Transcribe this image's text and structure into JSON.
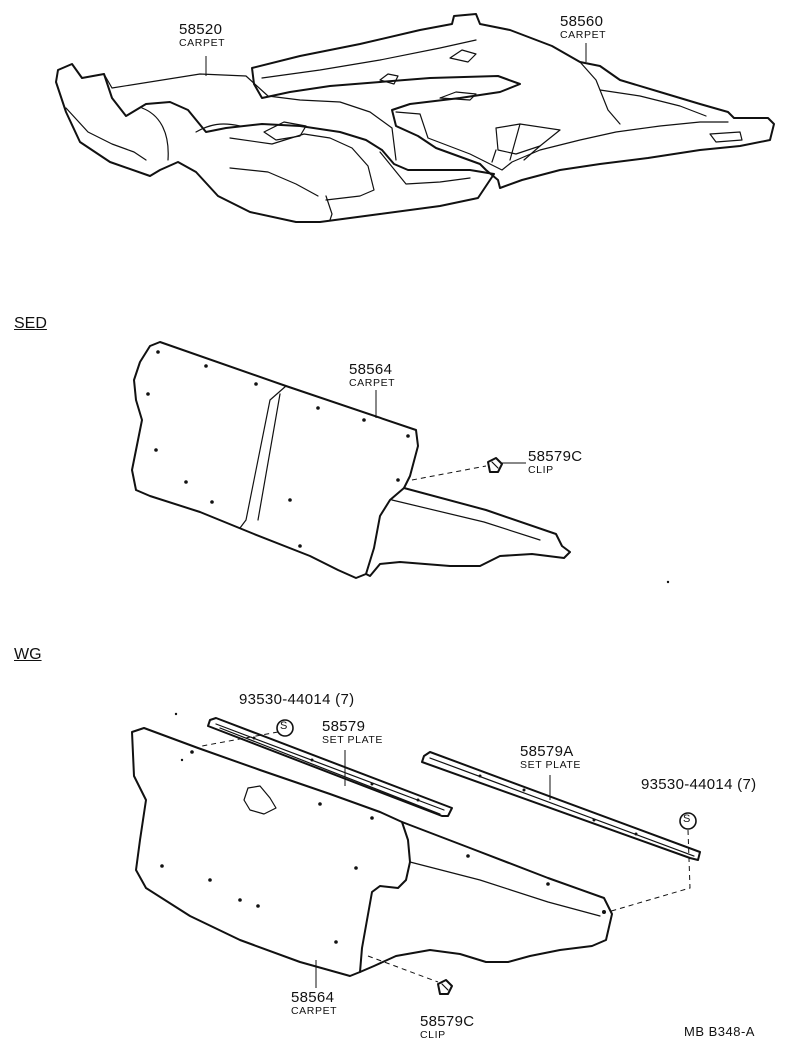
{
  "sections": {
    "sedan": "SED",
    "wagon": "WG"
  },
  "parts": {
    "front_carpet": {
      "number": "58520",
      "name": "CARPET"
    },
    "rear_carpet": {
      "number": "58560",
      "name": "CARPET"
    },
    "sed_cargo_carpet": {
      "number": "58564",
      "name": "CARPET"
    },
    "sed_clip": {
      "number": "58579C",
      "name": "CLIP"
    },
    "wg_screw_left": {
      "number": "93530-44014 (7)"
    },
    "wg_set_plate": {
      "number": "58579",
      "name": "SET PLATE"
    },
    "wg_set_plate_a": {
      "number": "58579A",
      "name": "SET PLATE"
    },
    "wg_screw_right": {
      "number": "93530-44014 (7)"
    },
    "wg_cargo_carpet": {
      "number": "58564",
      "name": "CARPET"
    },
    "wg_clip": {
      "number": "58579C",
      "name": "CLIP"
    }
  },
  "screw_symbol": "S",
  "footer": {
    "code": "MB  B348-A"
  }
}
